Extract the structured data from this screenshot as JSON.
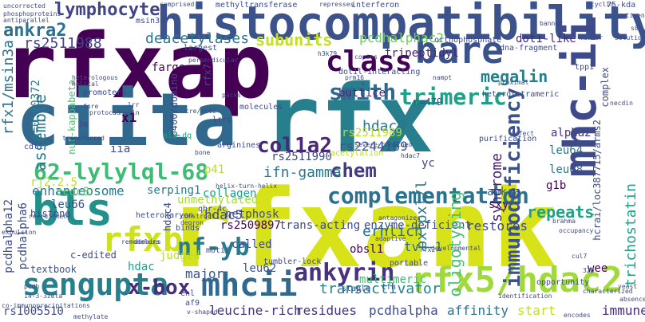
{
  "palette": [
    "#440154",
    "#46327e",
    "#365c8d",
    "#277f8e",
    "#1fa187",
    "#4ac16d",
    "#a0da39",
    "#fde725"
  ],
  "words": [
    {
      "text": "rfxap",
      "color": "#440154"
    },
    {
      "text": "rfx",
      "color": "#277f8e"
    },
    {
      "text": "rfxank",
      "color": "#d8e219"
    },
    {
      "text": "ciita",
      "color": "#31688e"
    },
    {
      "text": "histocompatibility",
      "color": "#3b528b"
    },
    {
      "text": "bare",
      "color": "#3b528b"
    },
    {
      "text": "mhc-ii",
      "color": "#3e4a89"
    },
    {
      "text": "bls",
      "color": "#21918c"
    },
    {
      "text": "rfx5/hdac2",
      "color": "#a0da39"
    },
    {
      "text": "mhcii",
      "color": "#31688e"
    },
    {
      "text": "sengupta",
      "color": "#277f8e"
    },
    {
      "text": "rfxb",
      "color": "#cde11d"
    },
    {
      "text": "complementation",
      "color": "#2c728e"
    },
    {
      "text": "immunodeficiency",
      "color": "#3b528b"
    },
    {
      "text": "62-lylylql-68",
      "color": "#3fbc73"
    },
    {
      "text": "class",
      "color": "#440154"
    },
    {
      "text": "smith",
      "color": "#31688e"
    },
    {
      "text": "trimeric",
      "color": "#1fa187"
    },
    {
      "text": "megalin",
      "color": "#277f8e"
    },
    {
      "text": "ankyrin",
      "color": "#46327e"
    },
    {
      "text": "nf-yb",
      "color": "#287c8e"
    },
    {
      "text": "col1a2",
      "color": "#482878"
    },
    {
      "text": "x-box",
      "color": "#472d7b"
    },
    {
      "text": "lymphocyte",
      "color": "#414487"
    },
    {
      "text": "ankra2",
      "color": "#2c728e"
    },
    {
      "text": "rs2511988",
      "color": "#414487"
    },
    {
      "text": "deacetylases",
      "color": "#2a788e"
    },
    {
      "text": "subunits",
      "color": "#c2df23"
    },
    {
      "text": "pcdhalphac2",
      "color": "#6ece58"
    },
    {
      "text": "assemble",
      "color": "#2a788e"
    },
    {
      "text": "chem",
      "color": "#443983"
    },
    {
      "text": "restores",
      "color": "#3e4a89"
    },
    {
      "text": "repeats",
      "color": "#1fa187"
    },
    {
      "text": "transactivator",
      "color": "#26828e"
    },
    {
      "text": "oligotyping",
      "color": "#4ac16d"
    },
    {
      "text": "rfx1/msin3a",
      "color": "#2c728e"
    },
    {
      "text": "hdac9",
      "color": "#2c728e"
    },
    {
      "text": "trichostatin",
      "color": "#1f9e89"
    },
    {
      "text": "ifn-gamma",
      "color": "#2a788e"
    },
    {
      "text": "enhanceosome",
      "color": "#2a788e"
    },
    {
      "text": "pxlpxl/l",
      "color": "#2a788e"
    },
    {
      "text": "erhlich",
      "color": "#2c728e"
    },
    {
      "text": "hdac5",
      "color": "#3e4a89"
    },
    {
      "text": "syndrome",
      "color": "#482475"
    },
    {
      "text": "rs1005510",
      "color": "#3e4a89"
    },
    {
      "text": "pcdhalpha",
      "color": "#3e4a89"
    },
    {
      "text": "leucine-rich",
      "color": "#46327e"
    },
    {
      "text": "residues",
      "color": "#46327e"
    },
    {
      "text": "affinity",
      "color": "#2c728e"
    },
    {
      "text": "immune",
      "color": "#472d7b"
    },
    {
      "text": "start",
      "color": "#c2df23"
    },
    {
      "text": "tvl-1",
      "color": "#31688e"
    },
    {
      "text": "major",
      "color": "#3b528b"
    },
    {
      "text": "leu62",
      "color": "#3b528b"
    },
    {
      "text": "leu66",
      "color": "#3b528b"
    },
    {
      "text": "leu64",
      "color": "#2a788e"
    },
    {
      "text": "leu68",
      "color": "#2a788e"
    },
    {
      "text": "rs2244169",
      "color": "#3b528b"
    },
    {
      "text": "rs2511989",
      "color": "#b5de2b"
    },
    {
      "text": "rs2509897",
      "color": "#440154"
    },
    {
      "text": "rs2511990",
      "color": "#3e4a89"
    },
    {
      "text": "ankra",
      "color": "#31688e"
    },
    {
      "text": "sxy",
      "color": "#440154"
    },
    {
      "text": "g1b",
      "color": "#440154"
    },
    {
      "text": "x1",
      "color": "#440154"
    },
    {
      "text": "collagen",
      "color": "#1f9e89"
    },
    {
      "text": "buttice",
      "color": "#482878"
    },
    {
      "text": "tripeptidyl",
      "color": "#482475"
    },
    {
      "text": "fargo",
      "color": "#440154"
    },
    {
      "text": "alpha2",
      "color": "#46327e"
    },
    {
      "text": "dot1-like",
      "color": "#482878"
    },
    {
      "text": "ccdc8",
      "color": "#5ec962"
    },
    {
      "text": "rj2.2.5",
      "color": "#bddf26"
    },
    {
      "text": "serping1",
      "color": "#2a788e"
    },
    {
      "text": "netphosk",
      "color": "#3e4a89"
    },
    {
      "text": "histone",
      "color": "#3e4a89"
    },
    {
      "text": "called",
      "color": "#3e4a89"
    },
    {
      "text": "trans-acting",
      "color": "#3e4a89"
    },
    {
      "text": "enzyme-deficient",
      "color": "#3e4a89"
    },
    {
      "text": "multimeric",
      "color": "#3fbc73"
    },
    {
      "text": "obsl1",
      "color": "#440154"
    },
    {
      "text": "wee",
      "color": "#440154"
    },
    {
      "text": "hdac",
      "color": "#1fa187"
    },
    {
      "text": "judged",
      "color": "#b5de2b"
    },
    {
      "text": "textbook",
      "color": "#3b528b"
    },
    {
      "text": "c-edited",
      "color": "#3e4a89"
    },
    {
      "text": "pcdhalpha12",
      "color": "#3e4a89"
    },
    {
      "text": "pcdhalpha6",
      "color": "#3e4a89"
    },
    {
      "text": "unmethylated",
      "color": "#a8db34"
    },
    {
      "text": "p=0.00372",
      "color": "#2a788e"
    },
    {
      "text": "nuf-kappabeta",
      "color": "#4ac16d"
    },
    {
      "text": "iia",
      "color": "#3e4a89"
    },
    {
      "text": "p41",
      "color": "#b5de2b"
    },
    {
      "text": "yc",
      "color": "#3e4a89"
    },
    {
      "text": "n=479",
      "color": "#3e4a89"
    },
    {
      "text": "complex",
      "color": "#3e4a89"
    },
    {
      "text": "hcrai/loc387715/arms2",
      "color": "#3e4a89"
    },
    {
      "text": "heterotetrameric",
      "color": "#3e4a89"
    },
    {
      "text": "qhr-4c",
      "color": "#3e4a89"
    },
    {
      "text": "p400/domino",
      "color": "#3e4a89"
    },
    {
      "text": "rfx7",
      "color": "#3e4a89"
    },
    {
      "text": "hdac4",
      "color": "#3e4a89"
    },
    {
      "text": "enl",
      "color": "#3e4a89"
    },
    {
      "text": "af9",
      "color": "#3e4a89"
    },
    {
      "text": "staple",
      "color": "#3e4a89"
    },
    {
      "text": "cfh",
      "color": "#3e4a89"
    },
    {
      "text": "opportunity",
      "color": "#3e4a89"
    },
    {
      "text": "orthophosphate",
      "color": "#3e4a89"
    },
    {
      "text": "dot1l-interacting",
      "color": "#3e4a89"
    },
    {
      "text": "promoters",
      "color": "#3e4a89"
    },
    {
      "text": "arginines",
      "color": "#3e4a89"
    },
    {
      "text": "molecules",
      "color": "#3e4a89"
    },
    {
      "text": "heterokaryon",
      "color": "#3e4a89"
    },
    {
      "text": "tumbler-lock",
      "color": "#3e4a89"
    },
    {
      "text": "portable",
      "color": "#3e4a89"
    },
    {
      "text": "purification",
      "color": "#3e4a89"
    },
    {
      "text": "methyltransferase",
      "color": "#3e4a89"
    },
    {
      "text": "interferon",
      "color": "#3e4a89"
    },
    {
      "text": "largest",
      "color": "#3e4a89"
    },
    {
      "text": "msin3b",
      "color": "#3e4a89"
    },
    {
      "text": "uncorrected",
      "color": "#3e4a89"
    },
    {
      "text": "phosphoproteins",
      "color": "#3e4a89"
    },
    {
      "text": "antiparallel",
      "color": "#3e4a89"
    },
    {
      "text": "comprised",
      "color": "#3e4a89"
    },
    {
      "text": "represses",
      "color": "#3e4a89"
    },
    {
      "text": "75-kda",
      "color": "#3e4a89"
    },
    {
      "text": "antigens",
      "color": "#3e4a89"
    },
    {
      "text": "solutions",
      "color": "#3e4a89"
    },
    {
      "text": "master",
      "color": "#3e4a89"
    },
    {
      "text": "identification",
      "color": "#3e4a89"
    },
    {
      "text": "methylate",
      "color": "#3e4a89"
    },
    {
      "text": "encodes",
      "color": "#3e4a89"
    },
    {
      "text": "absence",
      "color": "#3e4a89"
    },
    {
      "text": "characterized",
      "color": "#3e4a89"
    },
    {
      "text": "defect",
      "color": "#3e4a89"
    },
    {
      "text": "helix-turn-helix",
      "color": "#3e4a89"
    },
    {
      "text": "transferred",
      "color": "#3e4a89"
    },
    {
      "text": "protocadherin",
      "color": "#3e4a89"
    },
    {
      "text": "3m",
      "color": "#3e4a89"
    },
    {
      "text": "cdt1",
      "color": "#3e4a89"
    },
    {
      "text": "recruitment",
      "color": "#3e4a89"
    },
    {
      "text": "expulsion",
      "color": "#3e4a89"
    },
    {
      "text": "pcdh",
      "color": "#3e4a89"
    },
    {
      "text": "domains",
      "color": "#3e4a89"
    },
    {
      "text": "motif",
      "color": "#3e4a89"
    },
    {
      "text": "binds",
      "color": "#3e4a89"
    },
    {
      "text": "construct",
      "color": "#3e4a89"
    },
    {
      "text": "degron",
      "color": "#3e4a89"
    },
    {
      "text": "packs",
      "color": "#3e4a89"
    },
    {
      "text": "heterologous",
      "color": "#3e4a89"
    },
    {
      "text": "helical",
      "color": "#3e4a89"
    },
    {
      "text": "cre/site",
      "color": "#3e4a89"
    },
    {
      "text": "lrrs",
      "color": "#3e4a89"
    },
    {
      "text": "hla-dq",
      "color": "#3e4a89"
    },
    {
      "text": "acetylation",
      "color": "#3e4a89"
    },
    {
      "text": "severe-combined",
      "color": "#3e4a89"
    },
    {
      "text": "hdac7",
      "color": "#3e4a89"
    },
    {
      "text": "v-shaped",
      "color": "#3e4a89"
    },
    {
      "text": "remodelers",
      "color": "#3e4a89"
    },
    {
      "text": "cul7",
      "color": "#3e4a89"
    },
    {
      "text": "32p",
      "color": "#3e4a89"
    },
    {
      "text": "yeast",
      "color": "#3e4a89"
    },
    {
      "text": "tpp1",
      "color": "#3e4a89"
    },
    {
      "text": "dna-fragment",
      "color": "#3e4a89"
    },
    {
      "text": "nampt",
      "color": "#3e4a89"
    },
    {
      "text": "prm16",
      "color": "#3e4a89"
    },
    {
      "text": "cyclin",
      "color": "#3e4a89"
    },
    {
      "text": "s8",
      "color": "#3e4a89"
    },
    {
      "text": "banner",
      "color": "#3e4a89"
    },
    {
      "text": "copies",
      "color": "#3e4a89"
    },
    {
      "text": "h3k79",
      "color": "#3e4a89"
    },
    {
      "text": "perpendicular",
      "color": "#3e4a89"
    },
    {
      "text": "brahma",
      "color": "#3e4a89"
    },
    {
      "text": "occupancy",
      "color": "#3e4a89"
    },
    {
      "text": "co-immunoprecipitations",
      "color": "#3e4a89"
    },
    {
      "text": "14-3-3zeta",
      "color": "#3e4a89"
    },
    {
      "text": "fore",
      "color": "#3e4a89"
    },
    {
      "text": "lrr",
      "color": "#3e4a89"
    },
    {
      "text": "bone",
      "color": "#3e4a89"
    },
    {
      "text": "adaptive",
      "color": "#3e4a89"
    },
    {
      "text": "antagonizes",
      "color": "#3e4a89"
    },
    {
      "text": "rfx2",
      "color": "#3e4a89"
    },
    {
      "text": "developmental",
      "color": "#3e4a89"
    },
    {
      "text": "necdin",
      "color": "#3e4a89"
    },
    {
      "text": "proximal",
      "color": "#3e4a89"
    }
  ]
}
